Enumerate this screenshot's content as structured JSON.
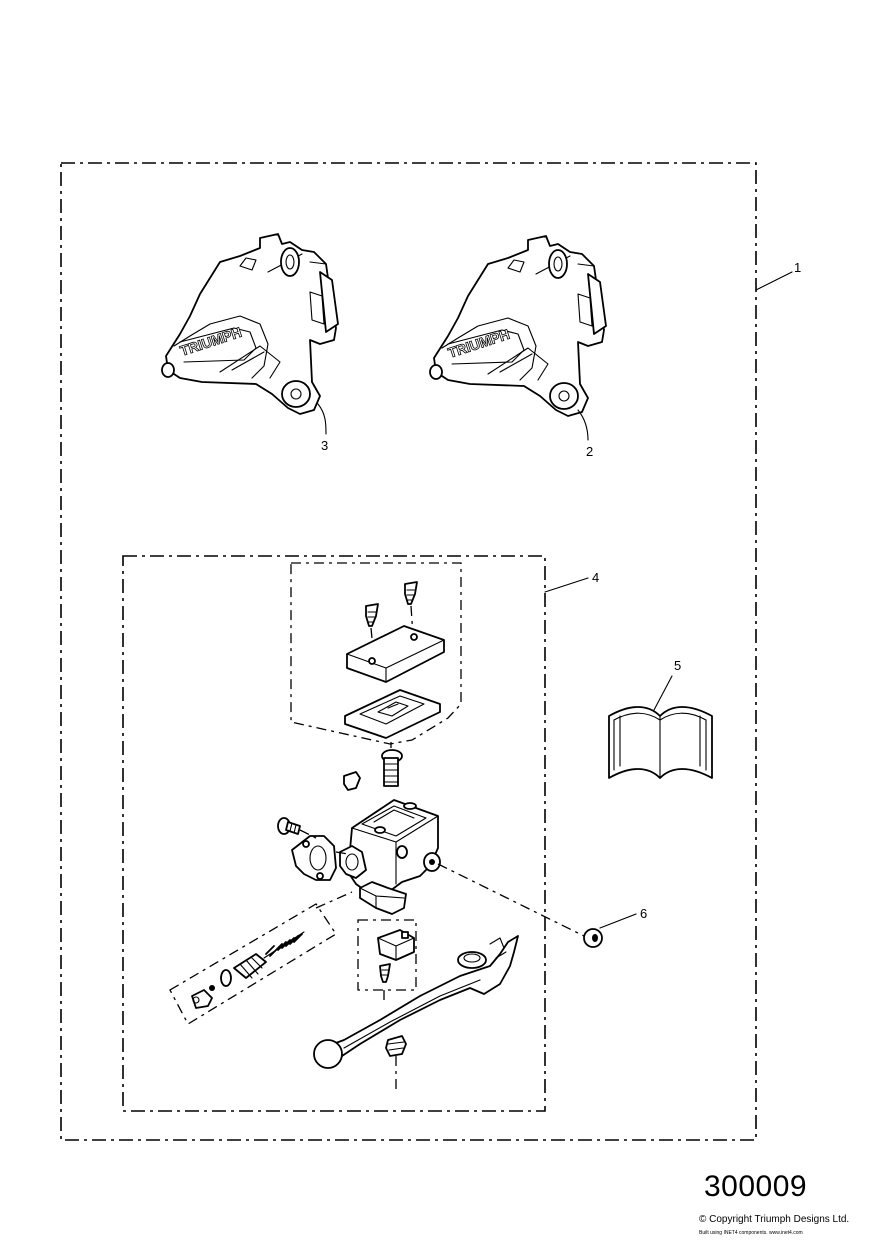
{
  "diagram": {
    "callouts": [
      {
        "id": "1",
        "label": "1"
      },
      {
        "id": "2",
        "label": "2"
      },
      {
        "id": "3",
        "label": "3"
      },
      {
        "id": "4",
        "label": "4"
      },
      {
        "id": "5",
        "label": "5"
      },
      {
        "id": "6",
        "label": "6"
      }
    ],
    "caliper_badge_text": "TRIUMPH"
  },
  "footer": {
    "diagram_number": "300009",
    "copyright": "© Copyright Triumph Designs Ltd.",
    "credit": "Built using INET4 components. www.inet4.com"
  }
}
